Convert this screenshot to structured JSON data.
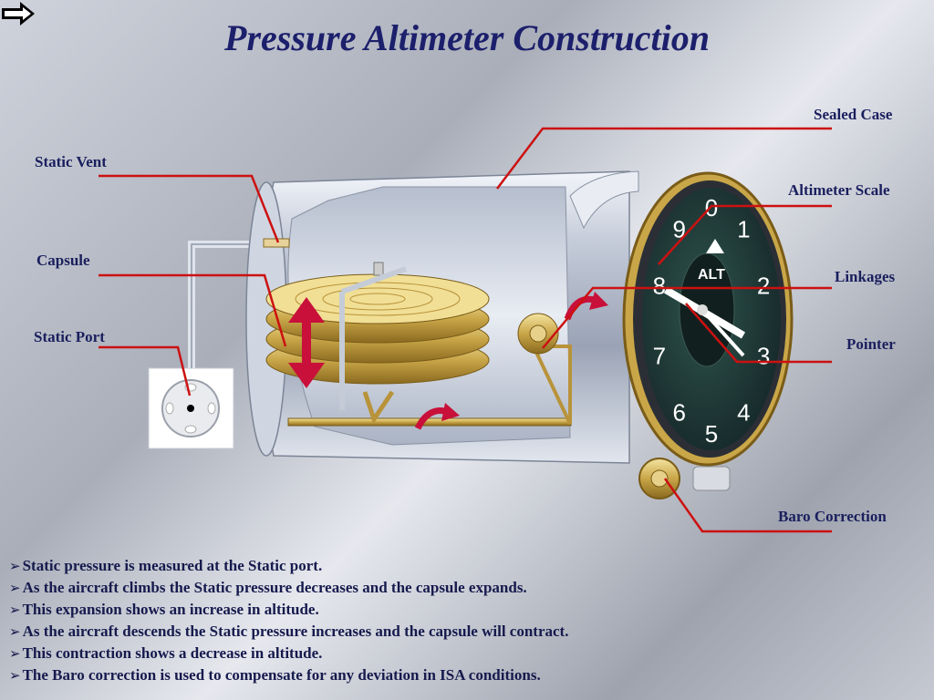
{
  "title": "Pressure Altimeter Construction",
  "labels": {
    "sealed_case": "Sealed Case",
    "static_vent": "Static Vent",
    "altimeter_scale": "Altimeter Scale",
    "capsule": "Capsule",
    "linkages": "Linkages",
    "static_port": "Static Port",
    "pointer": "Pointer",
    "baro_correction": "Baro Correction"
  },
  "dial": {
    "numerals": [
      "0",
      "1",
      "2",
      "3",
      "4",
      "5",
      "6",
      "7",
      "8",
      "9"
    ],
    "center_text": "ALT"
  },
  "bullets": [
    "Static pressure is measured at the Static port.",
    "As the aircraft climbs the Static pressure decreases and the capsule expands.",
    "This expansion shows an increase in altitude.",
    "As the aircraft descends the Static pressure increases and the capsule will contract.",
    "This contraction shows a decrease in altitude.",
    "The Baro correction is used to compensate for any deviation in ISA conditions."
  ],
  "colors": {
    "title": "#1c1f6b",
    "leader": "#cc1111",
    "gold": "#c9a648",
    "dial": "#1f3a34"
  }
}
